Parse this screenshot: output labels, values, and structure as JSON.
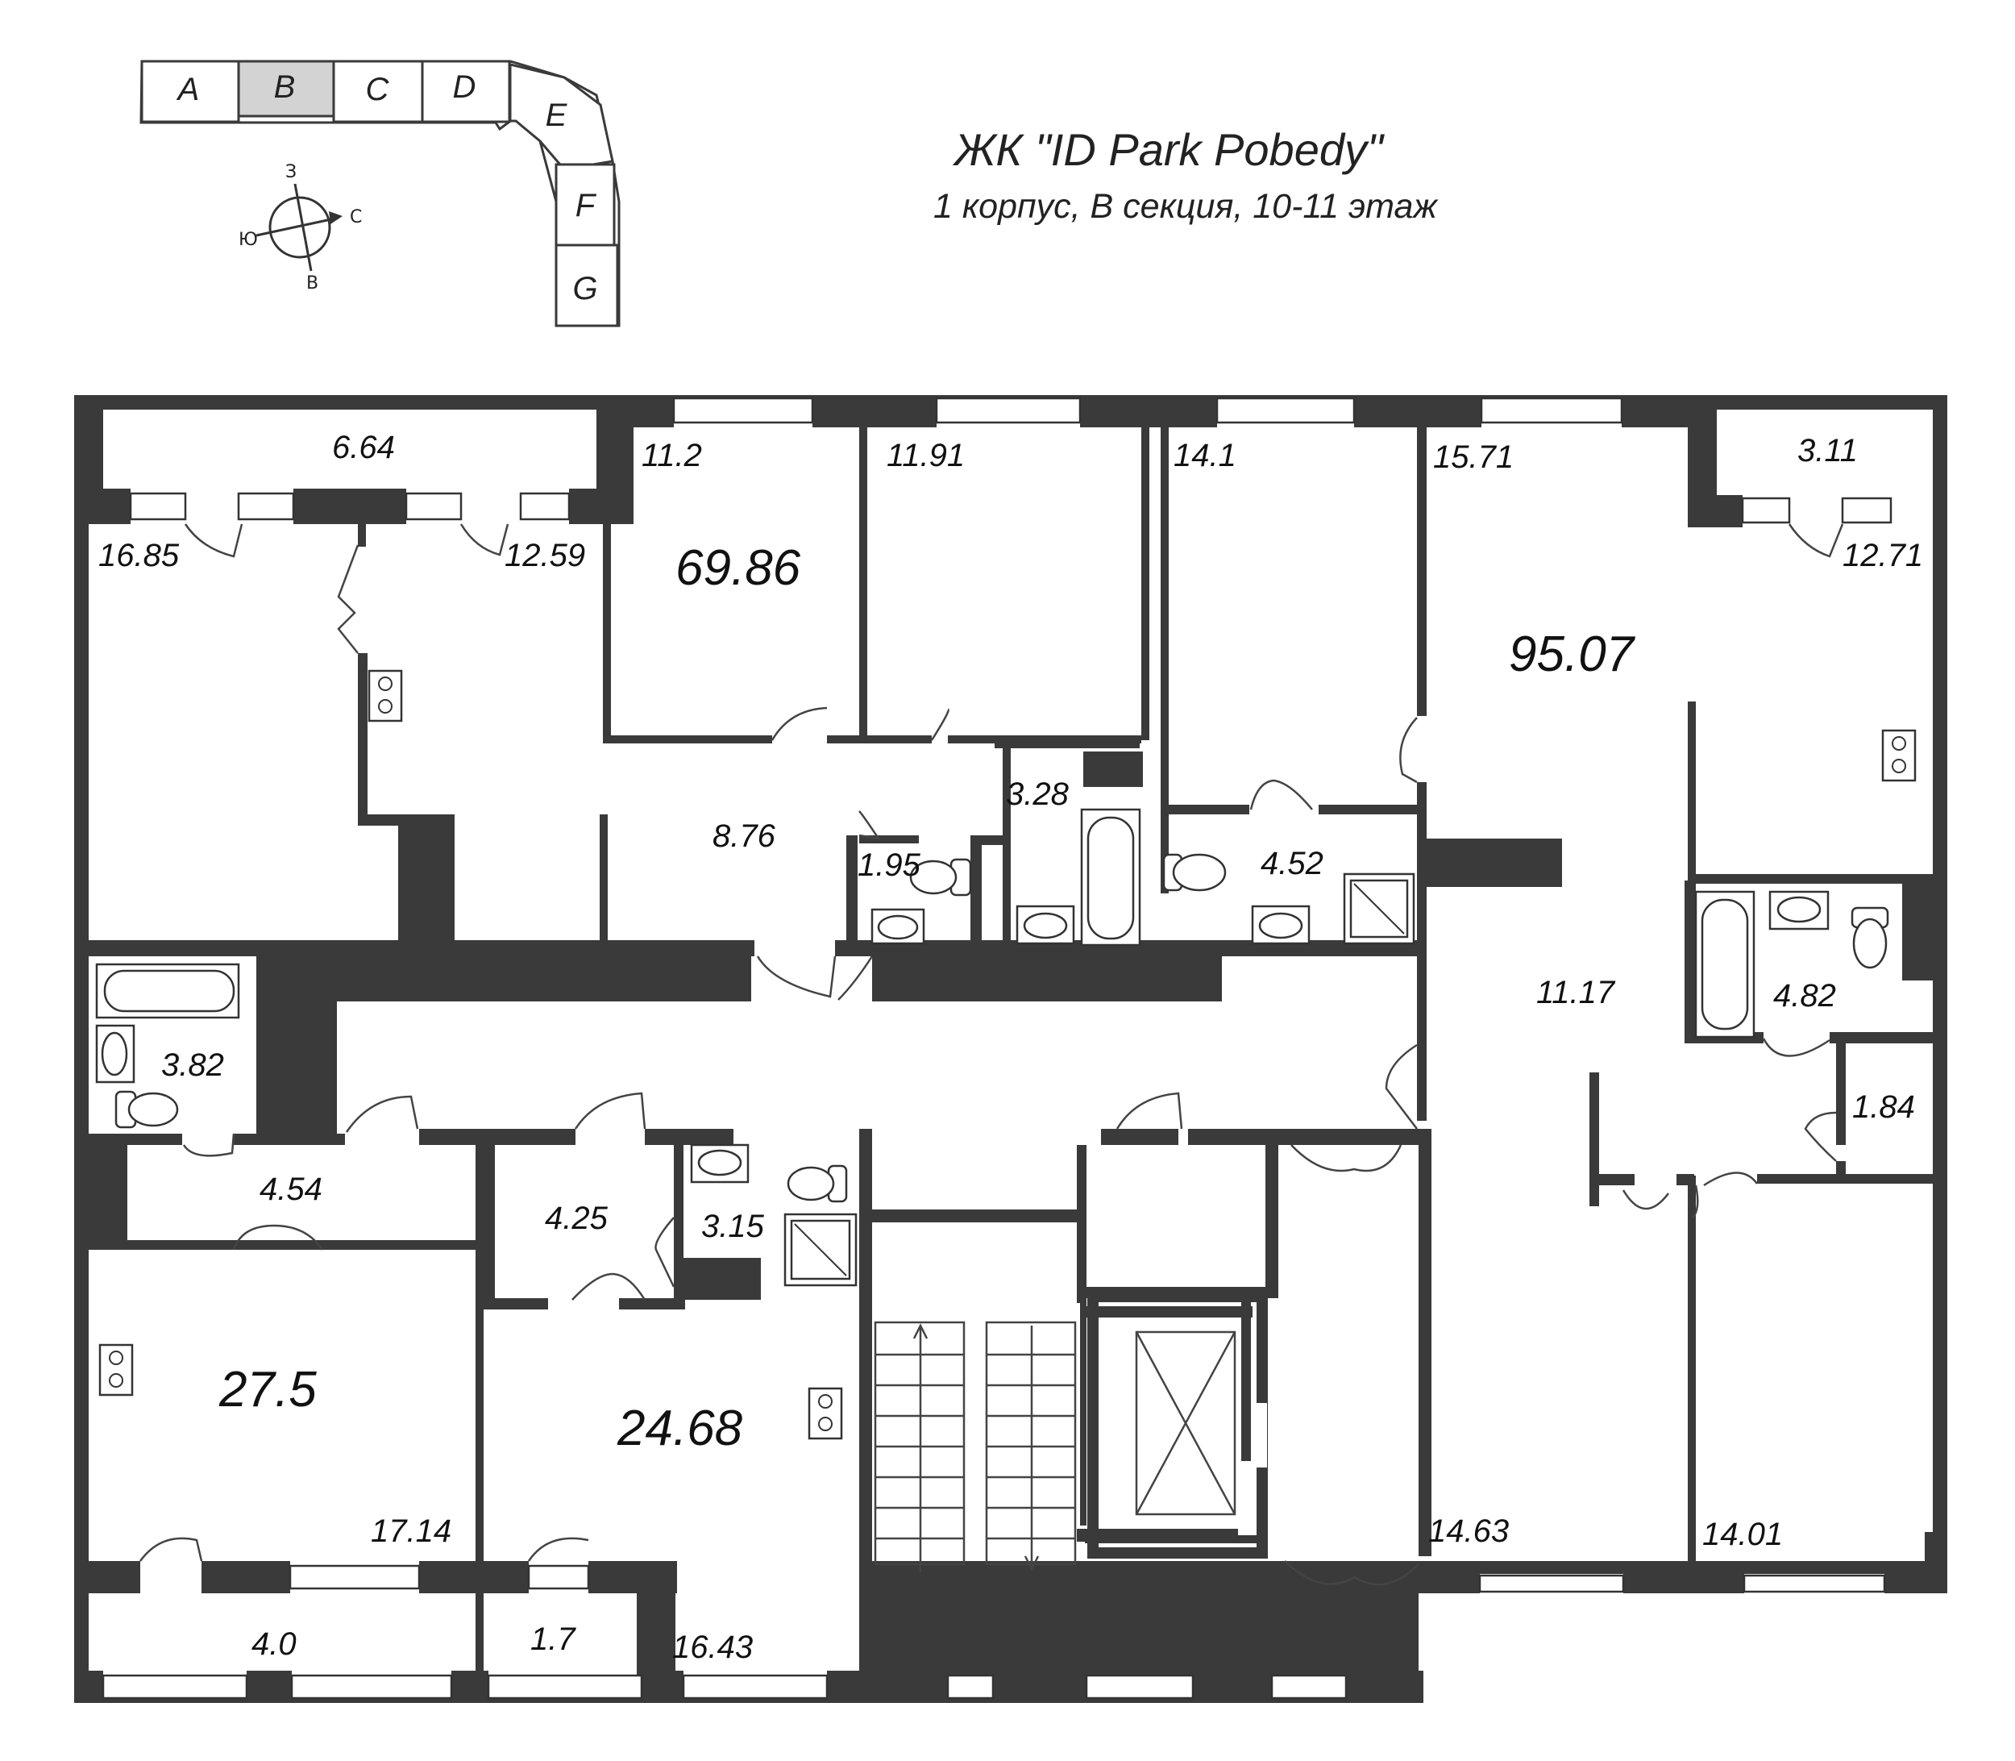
{
  "header": {
    "title": "ЖК \"ID Park Pobedy\"",
    "subtitle": "1 корпус, B секция, 10-11 этаж"
  },
  "key_plan": {
    "sections": [
      "A",
      "B",
      "C",
      "D",
      "E",
      "F",
      "G"
    ],
    "active_section": "B",
    "active_color": "#d3d3d3"
  },
  "compass": {
    "north": "С",
    "south": "Ю",
    "west": "З",
    "east": "В"
  },
  "apartments": [
    {
      "id": "apt-1",
      "total_area": "69.86"
    },
    {
      "id": "apt-2",
      "total_area": "95.07"
    },
    {
      "id": "apt-3",
      "total_area": "27.5"
    },
    {
      "id": "apt-4",
      "total_area": "24.68"
    }
  ],
  "rooms": [
    {
      "id": "r1",
      "area": "6.64"
    },
    {
      "id": "r2",
      "area": "16.85"
    },
    {
      "id": "r3",
      "area": "12.59"
    },
    {
      "id": "r4",
      "area": "11.2"
    },
    {
      "id": "r5",
      "area": "11.91"
    },
    {
      "id": "r6",
      "area": "14.1"
    },
    {
      "id": "r7",
      "area": "15.71"
    },
    {
      "id": "r8",
      "area": "3.11"
    },
    {
      "id": "r9",
      "area": "12.71"
    },
    {
      "id": "r10",
      "area": "3.28"
    },
    {
      "id": "r11",
      "area": "8.76"
    },
    {
      "id": "r12",
      "area": "1.95"
    },
    {
      "id": "r13",
      "area": "4.52"
    },
    {
      "id": "r14",
      "area": "11.17"
    },
    {
      "id": "r15",
      "area": "4.82"
    },
    {
      "id": "r16",
      "area": "3.82"
    },
    {
      "id": "r17",
      "area": "1.84"
    },
    {
      "id": "r18",
      "area": "4.54"
    },
    {
      "id": "r19",
      "area": "4.25"
    },
    {
      "id": "r20",
      "area": "3.15"
    },
    {
      "id": "r21",
      "area": "17.14"
    },
    {
      "id": "r22",
      "area": "14.63"
    },
    {
      "id": "r23",
      "area": "14.01"
    },
    {
      "id": "r24",
      "area": "4.0"
    },
    {
      "id": "r25",
      "area": "1.7"
    },
    {
      "id": "r26",
      "area": "16.43"
    }
  ],
  "colors": {
    "wall": "#3a3a3a",
    "active_section": "#d3d3d3"
  }
}
